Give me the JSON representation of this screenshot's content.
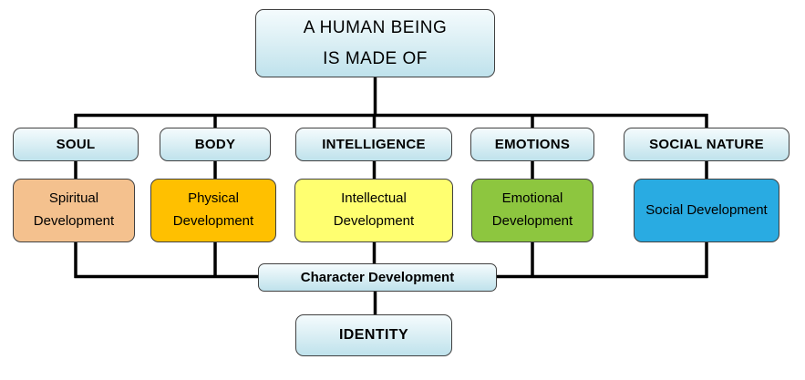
{
  "title": {
    "line1": "A HUMAN BEING",
    "line2": "IS MADE OF"
  },
  "branches": [
    {
      "category": "SOUL",
      "development": "Spiritual Development",
      "color": "#F4C18E"
    },
    {
      "category": "BODY",
      "development": "Physical Development",
      "color": "#FFC000"
    },
    {
      "category": "INTELLIGENCE",
      "development": "Intellectual Development",
      "color": "#FFFF70"
    },
    {
      "category": "EMOTIONS",
      "development": "Emotional Development",
      "color": "#8DC63F"
    },
    {
      "category": "SOCIAL NATURE",
      "development": "Social Development",
      "color": "#29ABE2"
    }
  ],
  "character_label": "Character Development",
  "identity_label": "IDENTITY",
  "colors": {
    "node_fill_top": "#F4FBFD",
    "node_fill_bottom": "#BFE2EC",
    "connector": "#000000",
    "border": "#404040"
  },
  "chart_data": {
    "type": "table",
    "title": "A HUMAN BEING IS MADE OF",
    "rows": [
      [
        "SOUL",
        "Spiritual Development"
      ],
      [
        "BODY",
        "Physical Development"
      ],
      [
        "INTELLIGENCE",
        "Intellectual Development"
      ],
      [
        "EMOTIONS",
        "Emotional Development"
      ],
      [
        "SOCIAL NATURE",
        "Social Development"
      ]
    ],
    "sink_nodes": [
      "Character Development",
      "IDENTITY"
    ]
  }
}
